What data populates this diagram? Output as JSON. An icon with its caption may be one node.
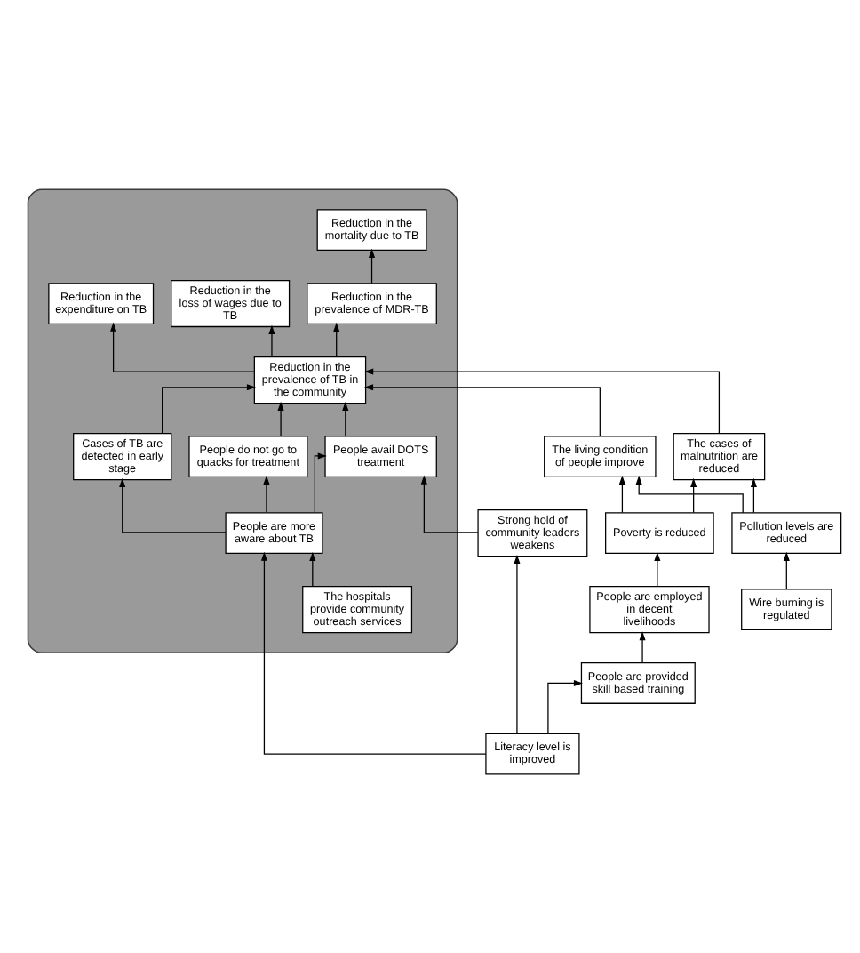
{
  "diagram": {
    "nodes": [
      {
        "text": [],
        "shape": "cloud"
      },
      {
        "text": [
          "Reduction in the mortality due to TB"
        ],
        "in": 0
      },
      {
        "text": [
          "Reduction in the expenditure on TB"
        ],
        "in": 0
      },
      {
        "text": [
          "Reduction in the loss of wages due to TB"
        ],
        "in": 0
      },
      {
        "text": [
          "Reduction in the prevalence of MDR-TB"
        ],
        "in": 0
      },
      {
        "text": [
          "Reduction in the prevalence of TB in the community"
        ],
        "in": 0
      },
      {
        "text": [
          "The cases of malnutrition are reduced"
        ]
      },
      {
        "text": [
          "The living condition of people improve"
        ]
      },
      {
        "text": [
          "People avail DOTS treatment"
        ],
        "in": 0
      },
      {
        "text": [
          "Cases of TB are detected in early stage"
        ],
        "in": 0
      },
      {
        "text": [
          "People do not go to quacks for treatment"
        ],
        "in": 0
      },
      {
        "text": [
          "Poverty is reduced"
        ]
      },
      {
        "text": [
          "Pollution levels are reduced"
        ]
      },
      {
        "text": [
          "People are more aware about TB"
        ],
        "in": 0
      },
      {
        "text": [
          "People are employed in decent livelihoods"
        ]
      },
      {
        "text": [
          "Wire burning is regulated"
        ]
      },
      {
        "text": [
          "The hospitals provide community outreach services"
        ],
        "in": 0
      },
      {
        "text": [
          "People are provided skill based training"
        ]
      },
      {
        "text": [
          "Strong hold of community leaders weakens"
        ]
      },
      {
        "text": [
          "Literacy level is improved"
        ]
      }
    ],
    "edges": [
      {
        "from": 4,
        "to": 1,
        "arrow": "to"
      },
      {
        "from": 5,
        "to": 2,
        "arrow": "to"
      },
      {
        "from": 5,
        "to": 3,
        "arrow": "to"
      },
      {
        "from": 5,
        "to": 4,
        "arrow": "to"
      },
      {
        "from": 6,
        "to": 5,
        "arrow": "to"
      },
      {
        "from": 7,
        "to": 5,
        "arrow": "to"
      },
      {
        "from": 8,
        "to": 5,
        "arrow": "to"
      },
      {
        "from": 9,
        "to": 5,
        "arrow": "to"
      },
      {
        "from": 10,
        "to": 5,
        "arrow": "to"
      },
      {
        "from": 11,
        "to": 6,
        "arrow": "to"
      },
      {
        "from": 11,
        "to": 7,
        "arrow": "to"
      },
      {
        "from": 12,
        "to": 6,
        "arrow": "to"
      },
      {
        "from": 12,
        "to": 7,
        "arrow": "to"
      },
      {
        "from": 13,
        "to": 8,
        "arrow": "to"
      },
      {
        "from": 13,
        "to": 9,
        "arrow": "to"
      },
      {
        "from": 13,
        "to": 10,
        "arrow": "to"
      },
      {
        "from": 14,
        "to": 11,
        "arrow": "to"
      },
      {
        "from": 15,
        "to": 12,
        "arrow": "to"
      },
      {
        "from": 16,
        "to": 13,
        "arrow": "to"
      },
      {
        "from": 17,
        "to": 14,
        "arrow": "to"
      },
      {
        "from": 19,
        "to": 17,
        "arrow": "to"
      },
      {
        "from": 19,
        "to": 18,
        "arrow": "to"
      },
      {
        "from": 19,
        "to": 13,
        "arrow": "to"
      },
      {
        "from": 18,
        "to": 8,
        "arrow": "to"
      }
    ]
  }
}
